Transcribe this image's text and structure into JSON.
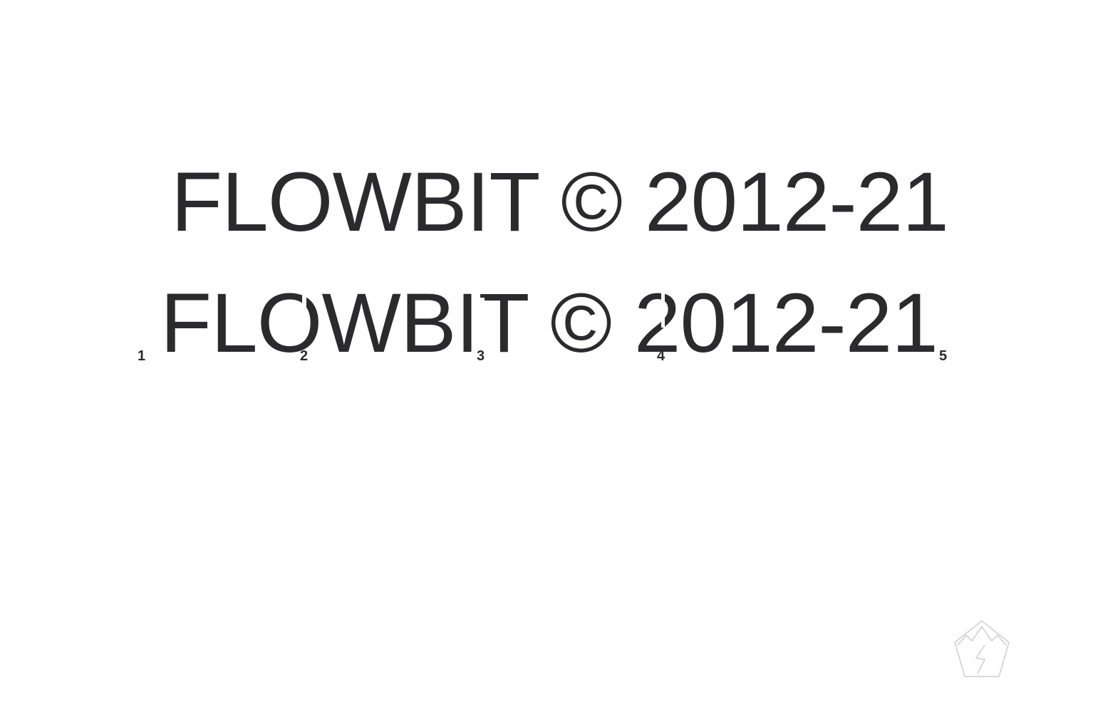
{
  "lines": [
    {
      "text": "FLOWBIT © 2012-21"
    },
    {
      "text": "FLOWBIT © 2012-21"
    }
  ],
  "markers": [
    "1",
    "2",
    "3",
    "4",
    "5"
  ],
  "colors": {
    "text": "#2b2b2e",
    "background": "#ffffff",
    "watermark": "#d8d8dc"
  },
  "watermark": {
    "icon": "mountain-lightning-pentagon-icon"
  }
}
